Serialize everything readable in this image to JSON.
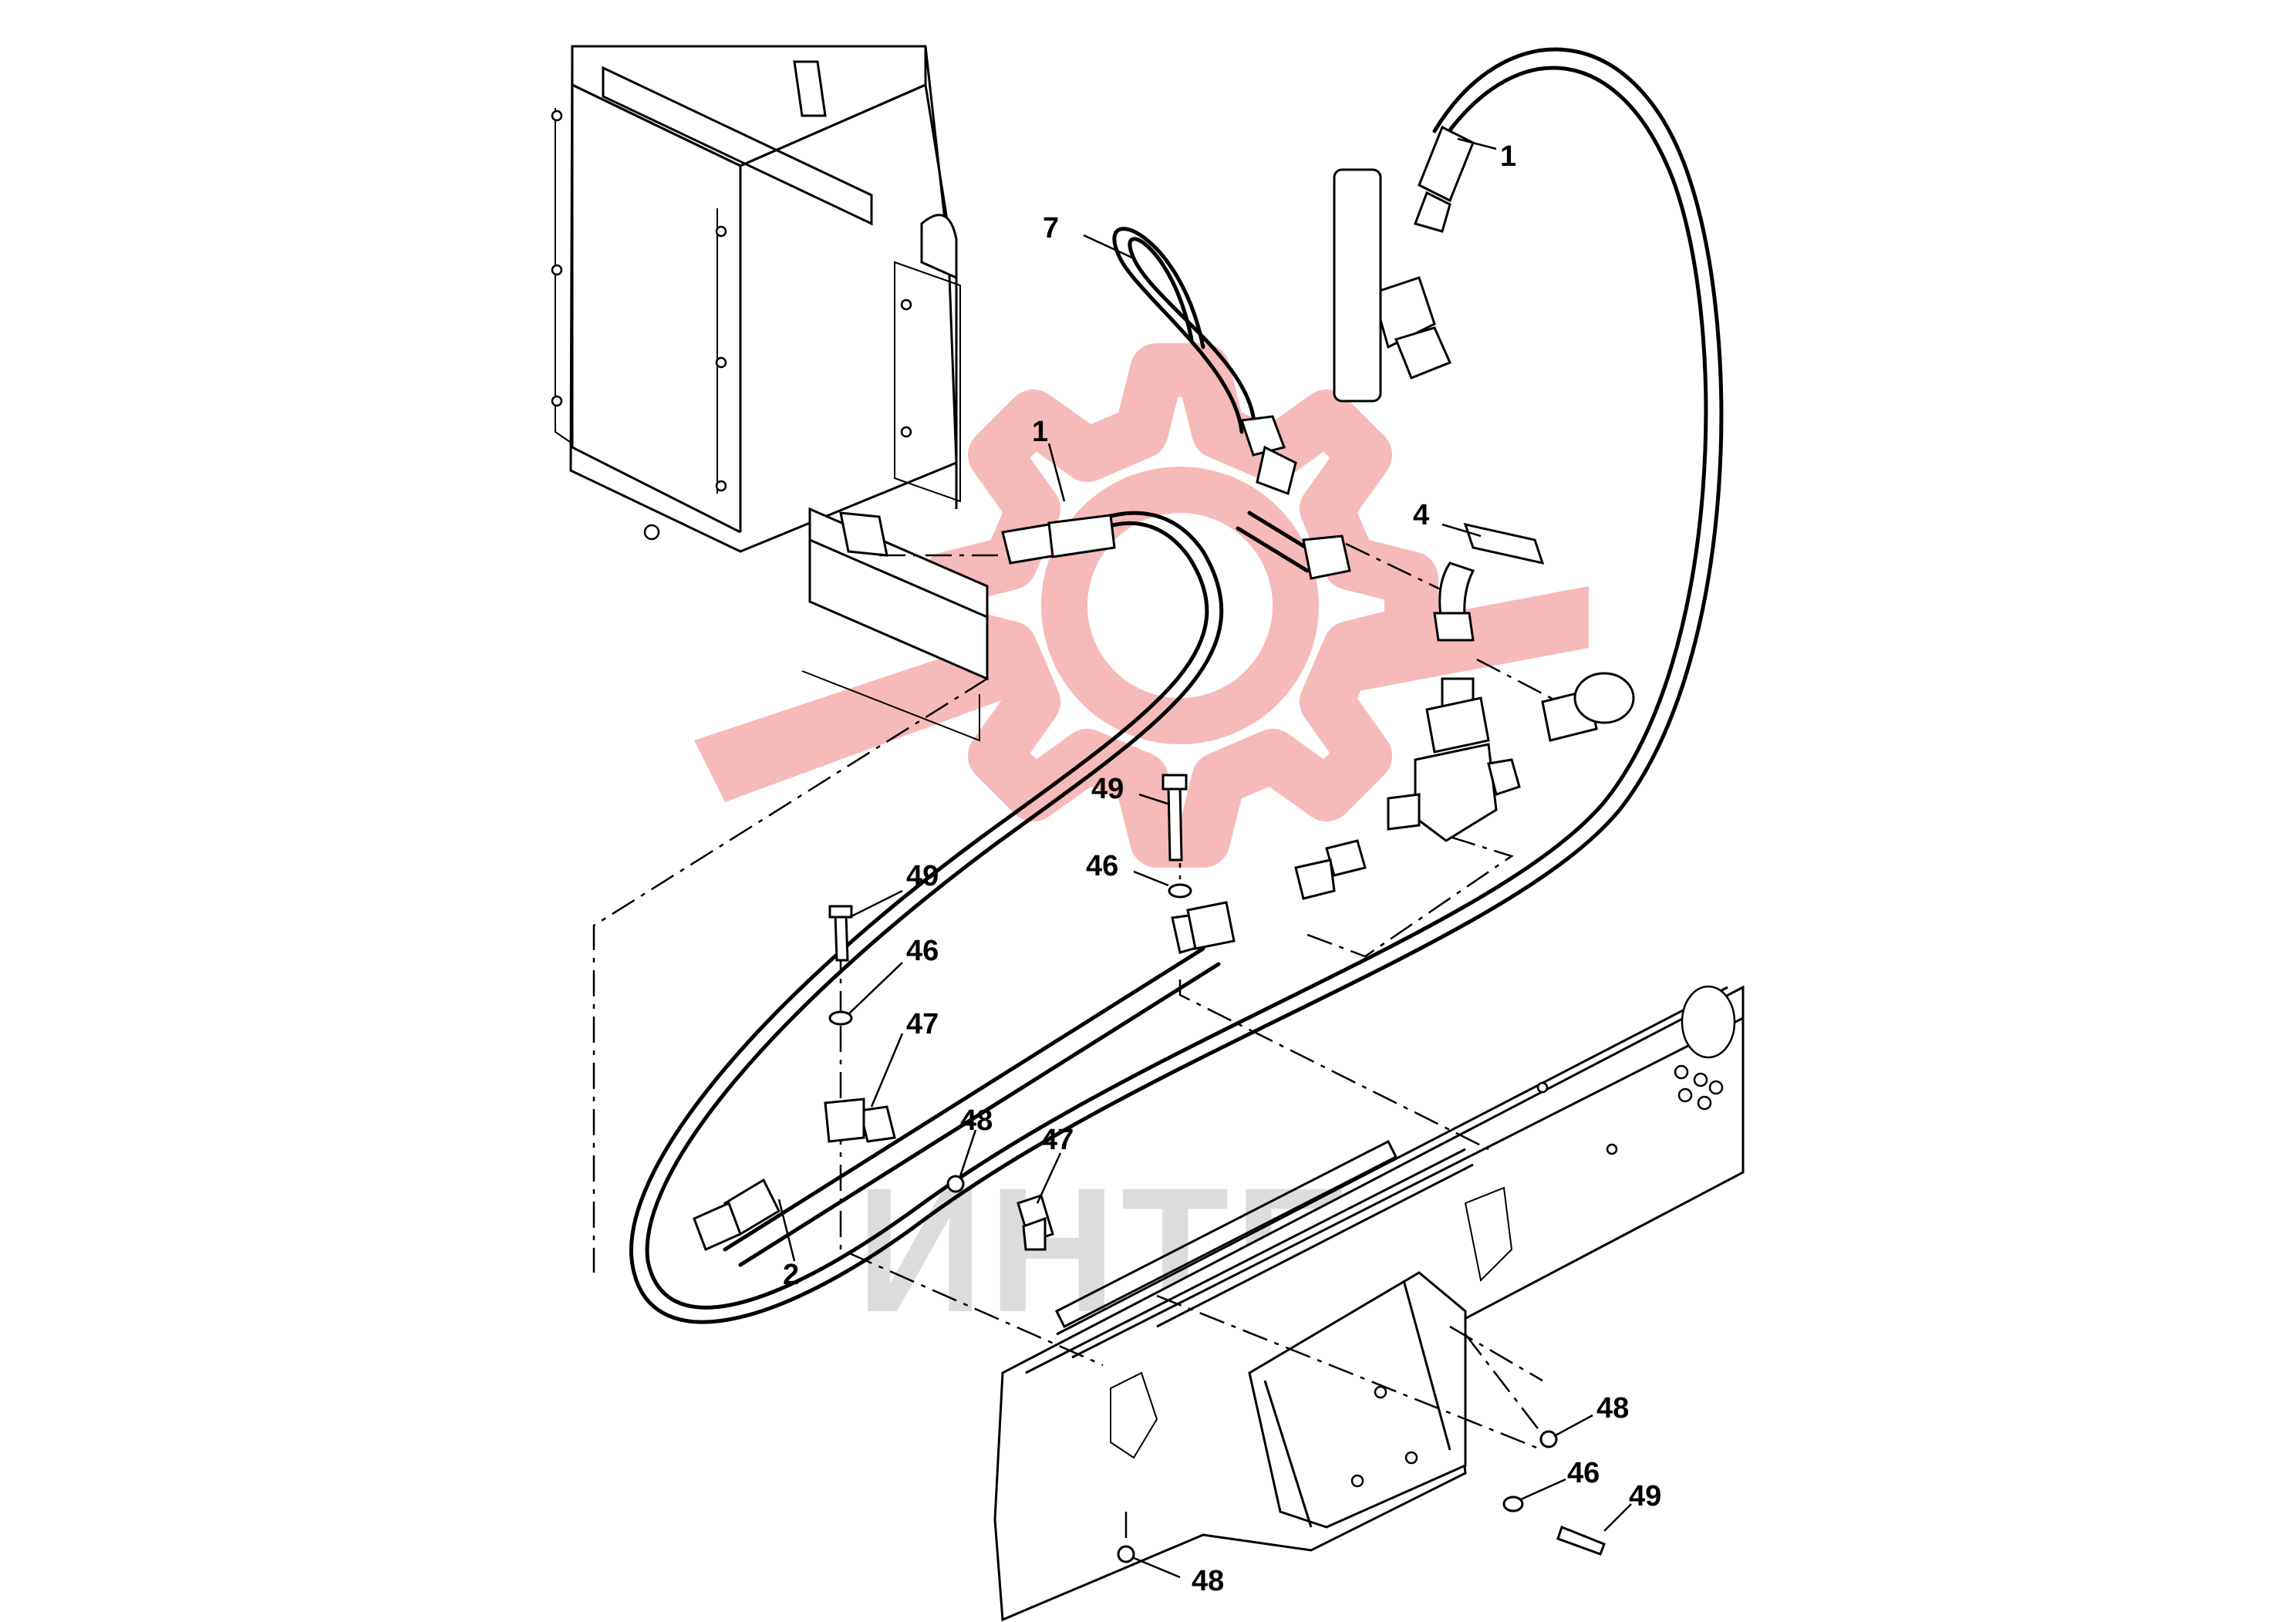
{
  "callouts": [
    {
      "id": "c-1-top",
      "text": "1"
    },
    {
      "id": "c-7",
      "text": "7"
    },
    {
      "id": "c-1-mid",
      "text": "1"
    },
    {
      "id": "c-4",
      "text": "4"
    },
    {
      "id": "c-49-a",
      "text": "49"
    },
    {
      "id": "c-46-a",
      "text": "46"
    },
    {
      "id": "c-49-b",
      "text": "49"
    },
    {
      "id": "c-46-b",
      "text": "46"
    },
    {
      "id": "c-47-a",
      "text": "47"
    },
    {
      "id": "c-48-a",
      "text": "48"
    },
    {
      "id": "c-47-b",
      "text": "47"
    },
    {
      "id": "c-2",
      "text": "2"
    },
    {
      "id": "c-48-b",
      "text": "48"
    },
    {
      "id": "c-46-c",
      "text": "46"
    },
    {
      "id": "c-49-c",
      "text": "49"
    },
    {
      "id": "c-48-c",
      "text": "48"
    }
  ],
  "watermark": {
    "text": "ИНТЕХ",
    "gear_color": "#f4a3a3",
    "text_color": "#dcdcdc"
  }
}
